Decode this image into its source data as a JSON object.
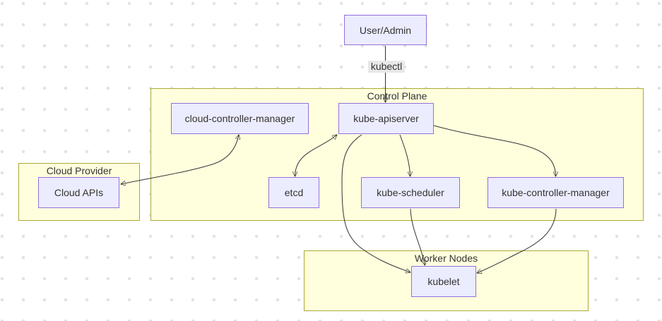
{
  "diagram": {
    "kind": "flowchart",
    "background": "dot-grid"
  },
  "colors": {
    "node_fill": "#ECECFF",
    "node_border": "#9370DB",
    "cluster_fill": "#FFFFDE",
    "cluster_border": "#AAAA33",
    "edge_color": "#333333",
    "edge_label_bg": "#E8E8E8",
    "text": "#333333",
    "grid_dot": "#E2E2E2"
  },
  "clusters": [
    {
      "id": "control-plane",
      "label": "Control Plane"
    },
    {
      "id": "cloud-provider",
      "label": "Cloud Provider"
    },
    {
      "id": "worker-nodes",
      "label": "Worker Nodes"
    }
  ],
  "nodes": [
    {
      "id": "user-admin",
      "label": "User/Admin",
      "cluster": null
    },
    {
      "id": "cloud-controller-manager",
      "label": "cloud-controller-manager",
      "cluster": "Control Plane"
    },
    {
      "id": "kube-apiserver",
      "label": "kube-apiserver",
      "cluster": "Control Plane"
    },
    {
      "id": "etcd",
      "label": "etcd",
      "cluster": "Control Plane"
    },
    {
      "id": "kube-scheduler",
      "label": "kube-scheduler",
      "cluster": "Control Plane"
    },
    {
      "id": "kube-controller-manager",
      "label": "kube-controller-manager",
      "cluster": "Control Plane"
    },
    {
      "id": "cloud-apis",
      "label": "Cloud APIs",
      "cluster": "Cloud Provider"
    },
    {
      "id": "kubelet",
      "label": "kubelet",
      "cluster": "Worker Nodes"
    }
  ],
  "edges": [
    {
      "from": "User/Admin",
      "to": "kube-apiserver",
      "label": "kubectl",
      "bidirectional": false
    },
    {
      "from": "kube-apiserver",
      "to": "etcd",
      "label": "",
      "bidirectional": true
    },
    {
      "from": "kube-apiserver",
      "to": "kube-scheduler",
      "label": "",
      "bidirectional": false
    },
    {
      "from": "kube-apiserver",
      "to": "kube-controller-manager",
      "label": "",
      "bidirectional": false
    },
    {
      "from": "cloud-controller-manager",
      "to": "Cloud APIs",
      "label": "",
      "bidirectional": true
    },
    {
      "from": "kube-apiserver",
      "to": "kubelet",
      "label": "",
      "bidirectional": false
    },
    {
      "from": "kube-scheduler",
      "to": "kubelet",
      "label": "",
      "bidirectional": false
    },
    {
      "from": "kube-controller-manager",
      "to": "kubelet",
      "label": "",
      "bidirectional": false
    }
  ]
}
